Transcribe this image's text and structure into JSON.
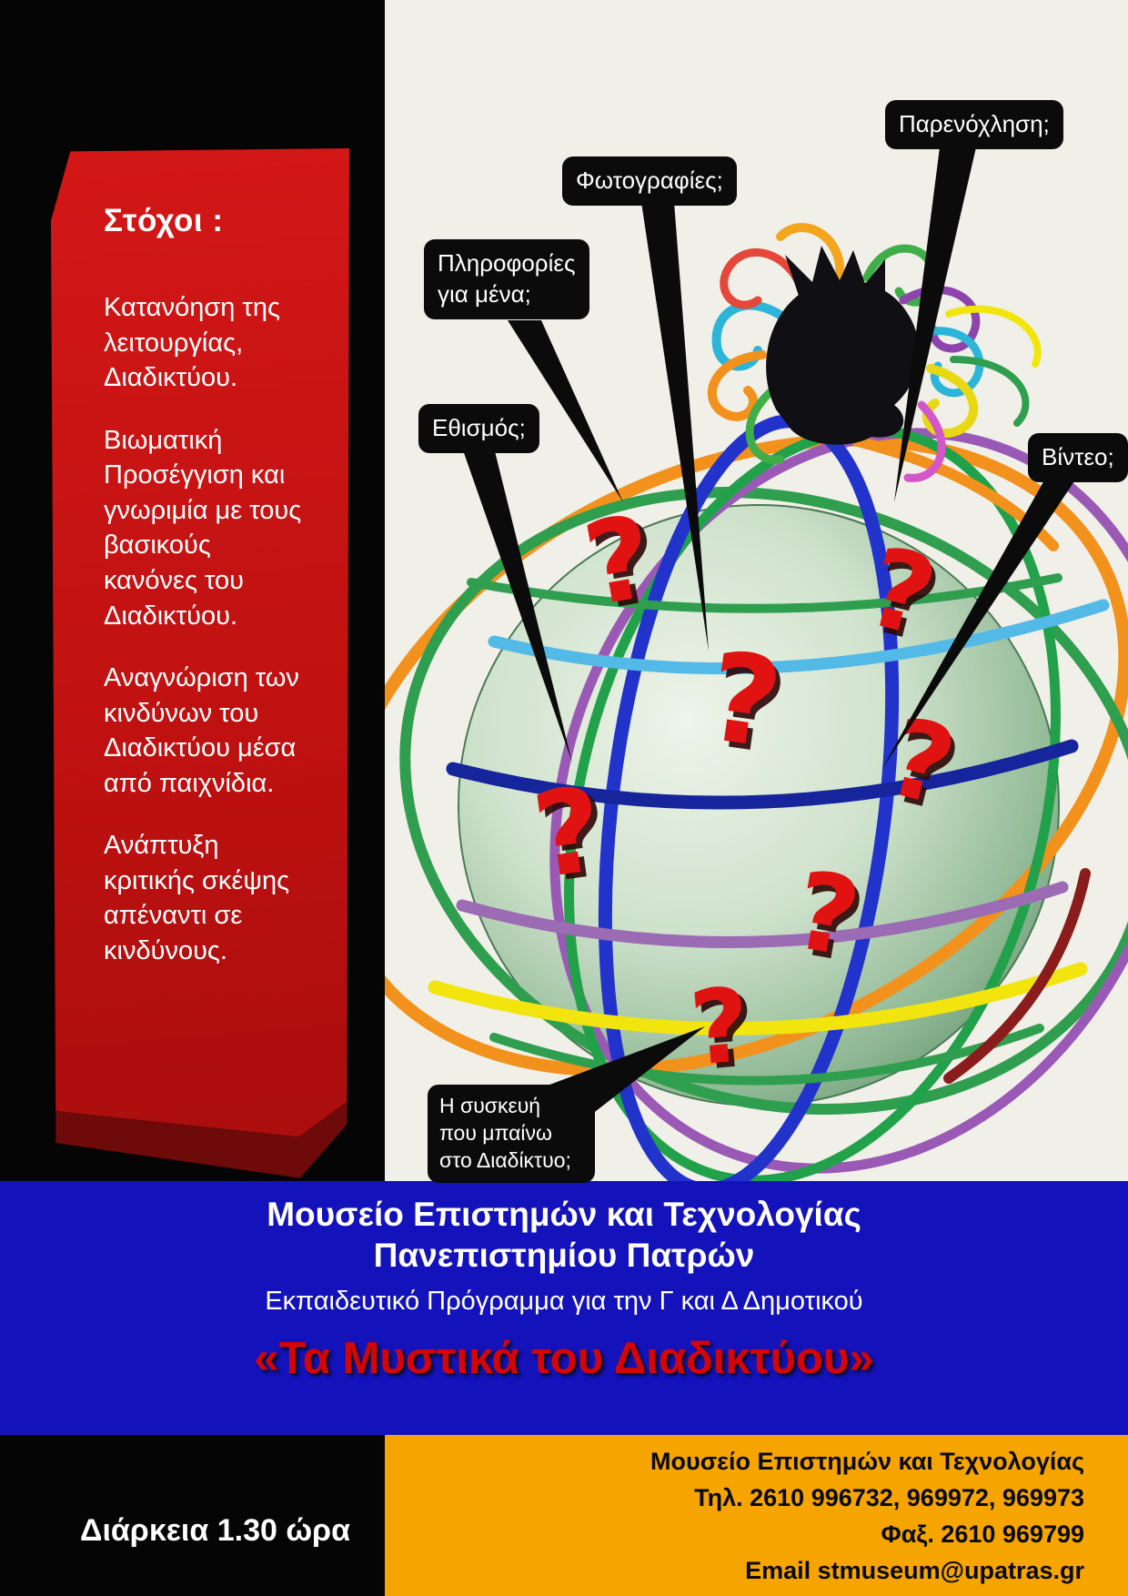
{
  "colors": {
    "page_black": "#050505",
    "cream": "#f0efe8",
    "banner_red": "#c61616",
    "banner_red_dark": "#6e0a0a",
    "band_blue": "#1312bb",
    "footer_orange": "#f5a400",
    "title_red": "#d40505",
    "bubble_black": "#0b0b0b",
    "question_red": "#e11212"
  },
  "goals_panel": {
    "heading": "Στόχοι :",
    "items": [
      "Κατανόηση της λειτουργίας, Διαδικτύου.",
      "Βιωματική Προσέγγιση και γνωριμία με τους βασικούς κανόνες του Διαδικτύου.",
      "Αναγνώριση των κινδύνων του Διαδικτύου μέσα από παιχνίδια.",
      "Ανάπτυξη κριτικής σκέψης απέναντι σε κινδύνους."
    ]
  },
  "callouts": [
    {
      "label": "Παρενόχληση;"
    },
    {
      "label": "Φωτογραφίες;"
    },
    {
      "label": "Πληροφορίες για μένα;"
    },
    {
      "label": "Εθισμός;"
    },
    {
      "label": "Βίντεο;"
    },
    {
      "label": "Η συσκευή που μπαίνω στο Διαδίκτυο;"
    }
  ],
  "illustration": {
    "qmark": "?"
  },
  "banner": {
    "museum_line1": "Μουσείο Επιστημών και Τεχνολογίας",
    "museum_line2": "Πανεπιστημίου Πατρών",
    "program": "Εκπαιδευτικό Πρόγραμμα για την Γ και Δ Δημοτικού",
    "title": "«Τα Μυστικά του Διαδικτύου»"
  },
  "footer": {
    "duration": "Διάρκεια 1.30 ώρα",
    "contact_name": "Μουσείο Επιστημών και Τεχνολογίας",
    "phone": "Τηλ. 2610 996732, 969972, 969973",
    "fax": "Φαξ. 2610 969799",
    "email": "Email stmuseum@upatras.gr"
  }
}
